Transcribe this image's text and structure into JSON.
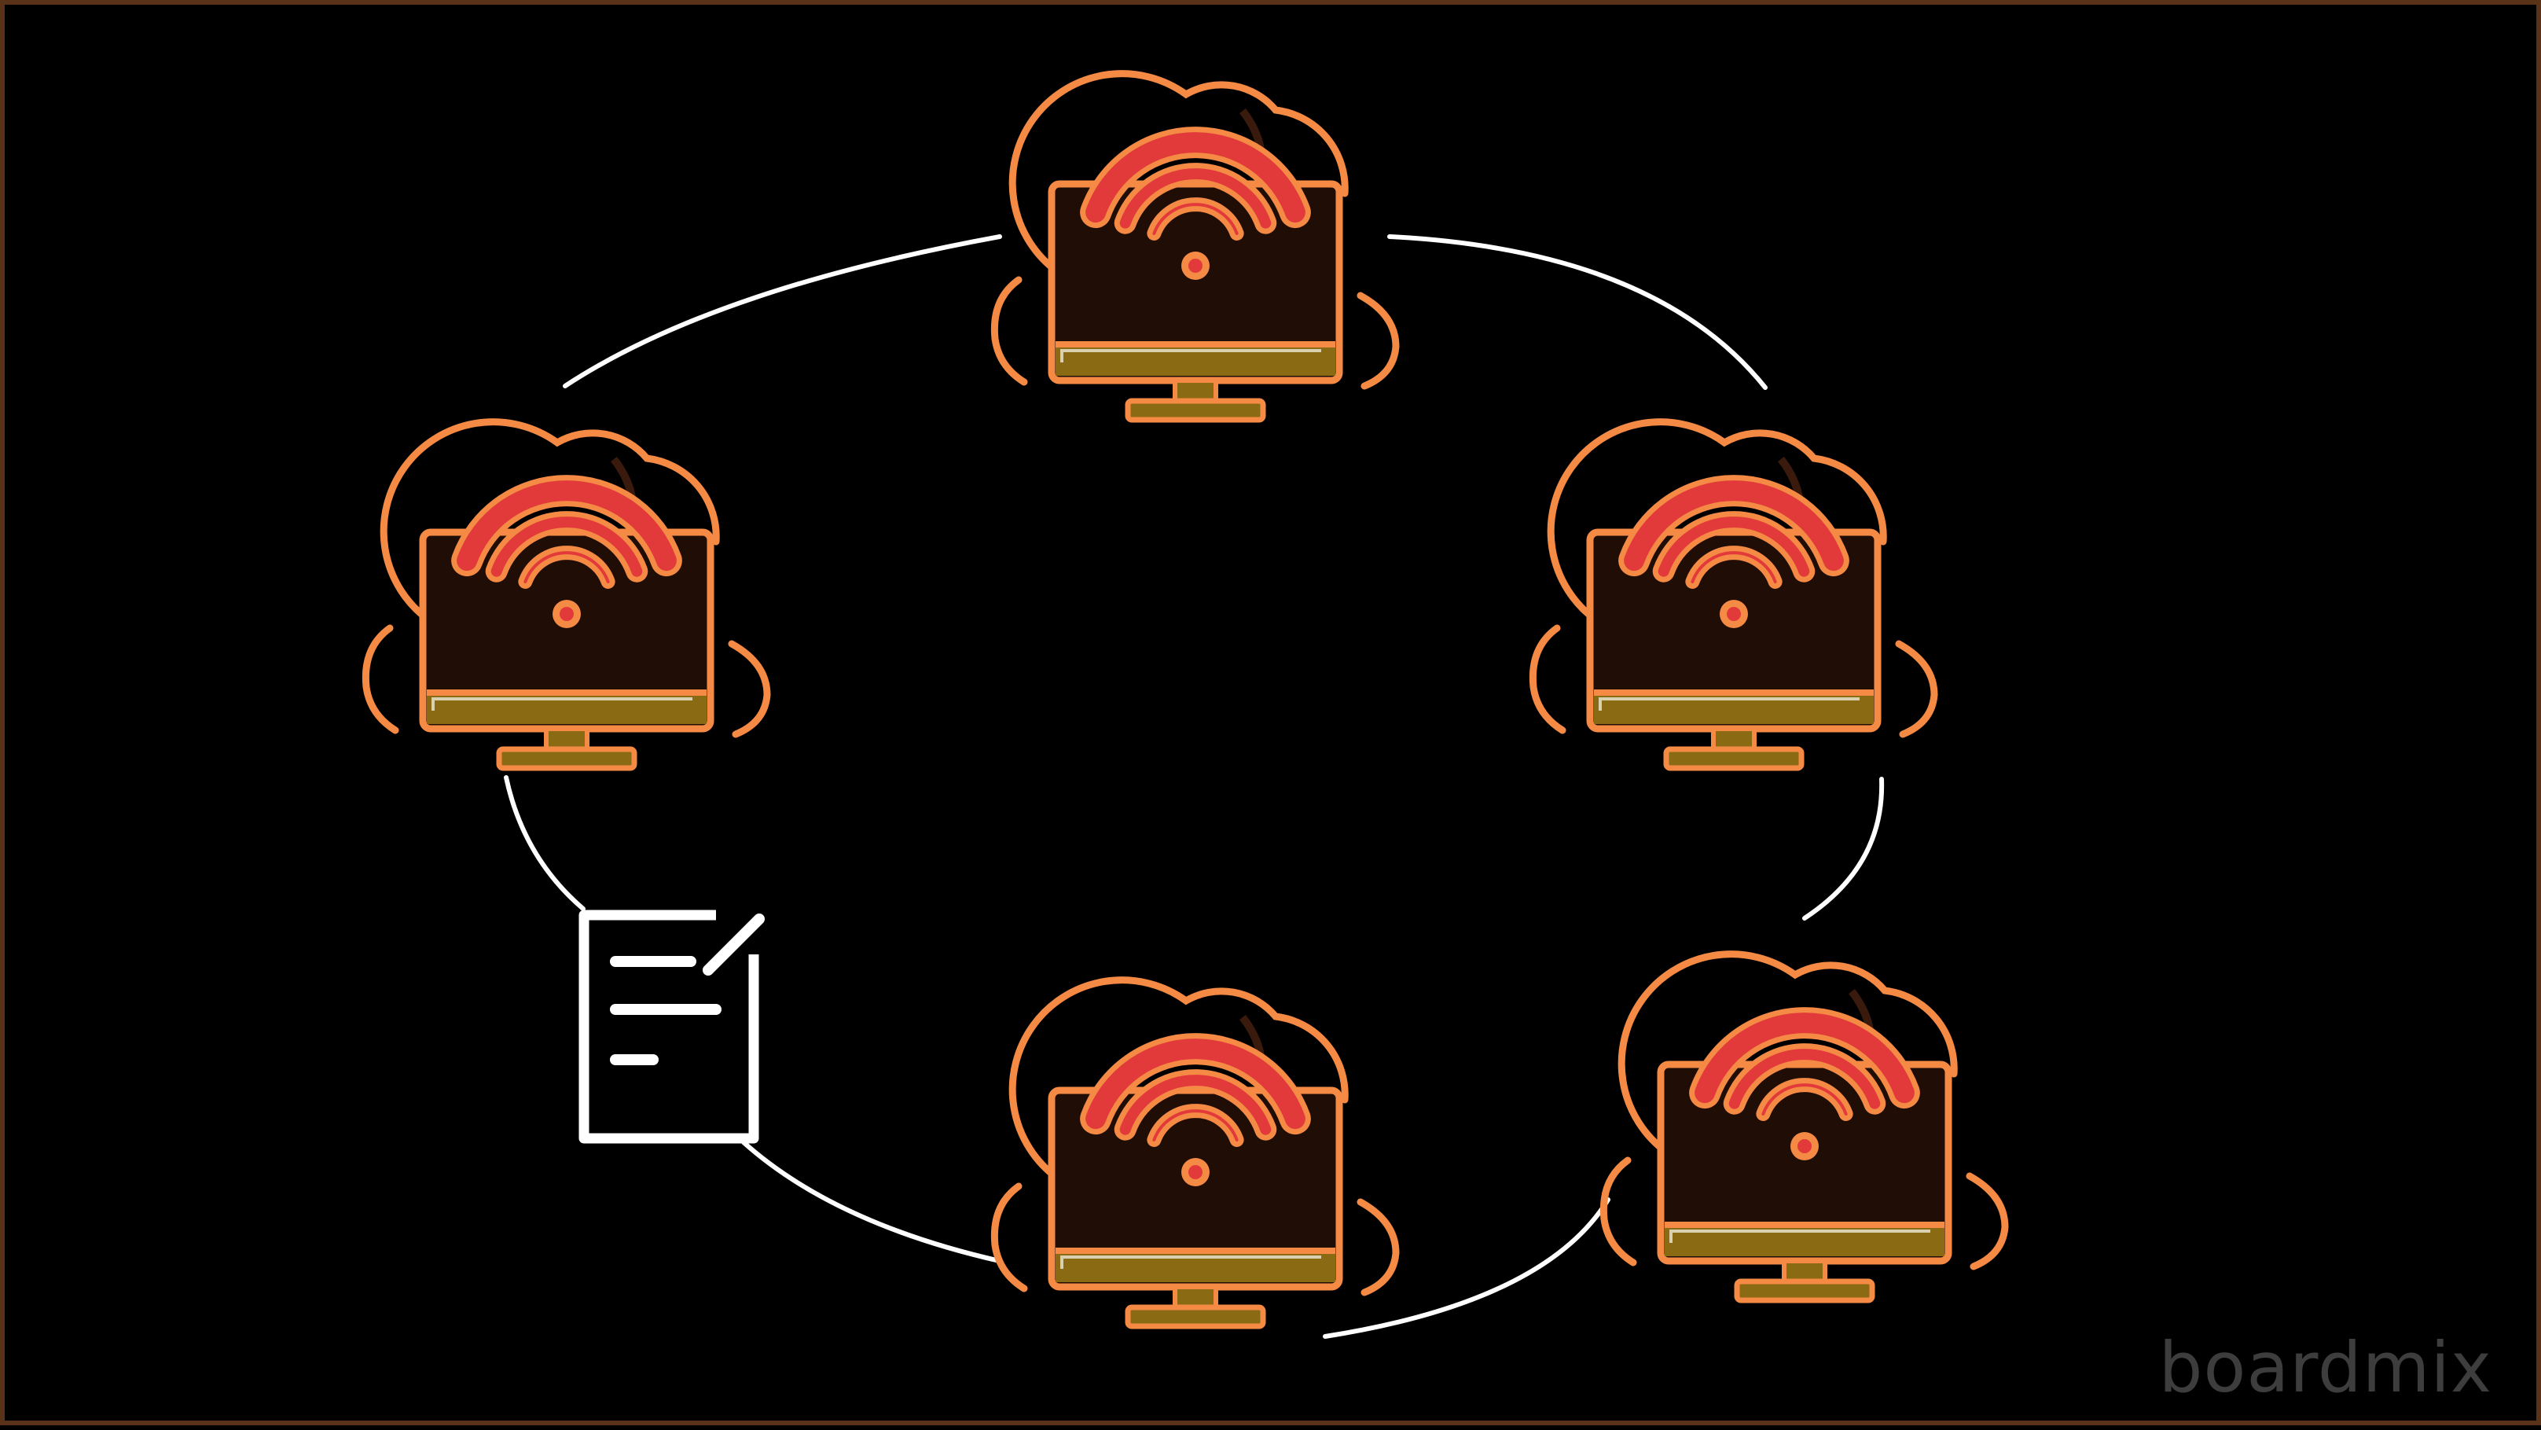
{
  "watermark": {
    "text": "boardmix"
  },
  "colors": {
    "background": "#000000",
    "frame_border": "#5a3218",
    "connector": "#ffffff",
    "outline": "#f58a45",
    "wifi": "#e23a3a",
    "screen": "#1f0d06",
    "taskbar": "#8a6a12",
    "document": "#ffffff"
  },
  "nodes": [
    {
      "id": "top",
      "icon": "cloud-computer-wifi-icon"
    },
    {
      "id": "left",
      "icon": "cloud-computer-wifi-icon"
    },
    {
      "id": "right",
      "icon": "cloud-computer-wifi-icon"
    },
    {
      "id": "bottom-center",
      "icon": "cloud-computer-wifi-icon"
    },
    {
      "id": "bottom-right",
      "icon": "cloud-computer-wifi-icon"
    }
  ],
  "document_node": {
    "icon": "document-edit-icon"
  },
  "connections": [
    {
      "from": "left",
      "to": "top"
    },
    {
      "from": "top",
      "to": "right"
    },
    {
      "from": "right",
      "to": "bottom-right"
    },
    {
      "from": "bottom-right",
      "to": "bottom-center"
    },
    {
      "from": "bottom-center",
      "to": "document"
    },
    {
      "from": "document",
      "to": "left"
    }
  ]
}
